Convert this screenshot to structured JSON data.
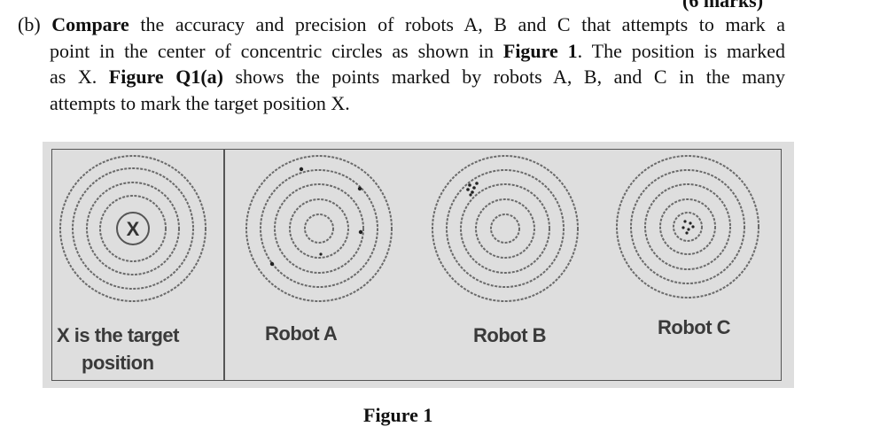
{
  "header_fragment": "(6 marks)",
  "question": {
    "label": "(b)",
    "bold_1": "Compare",
    "line1_rest": " the accuracy and precision of robots A, B and C that attempts to mark a",
    "line2_a": "point in the center of concentric circles as shown in ",
    "bold_fig1": "Figure 1",
    "line2_b": ". The position is marked",
    "line3_a": "as X. ",
    "bold_figq": "Figure Q1(a)",
    "line3_b": " shows the points marked by robots A, B, and C in the many",
    "line4": "attempts to mark the target position X."
  },
  "figure": {
    "target_marker": "X",
    "panels": [
      {
        "caption_line1": "X is the target",
        "caption_line2": "position"
      },
      {
        "caption": "Robot A"
      },
      {
        "caption": "Robot B"
      },
      {
        "caption": "Robot C"
      }
    ],
    "title": "Figure 1"
  }
}
